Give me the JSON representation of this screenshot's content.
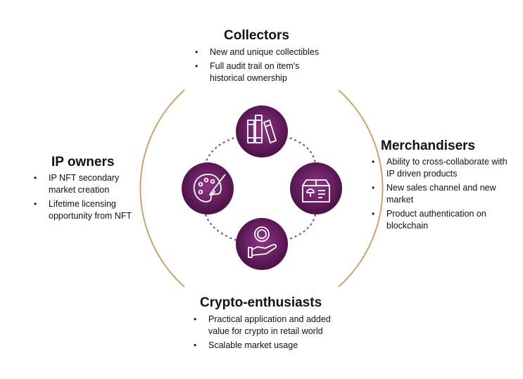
{
  "colors": {
    "arc": "#c8a46e",
    "dots": "#8a3a83",
    "circle_center": "#8e3684",
    "circle_edge": "#4c1046",
    "icon": "#ffffff"
  },
  "icons": [
    "books-icon",
    "palette-icon",
    "package-icon",
    "coin-in-hand-icon"
  ],
  "collectors": {
    "title": "Collectors",
    "items": [
      "New and unique collectibles",
      "Full audit trail on item's historical ownership"
    ]
  },
  "ip_owners": {
    "title": "IP owners",
    "items": [
      "IP NFT secondary market creation",
      "Lifetime licensing opportunity from NFT"
    ]
  },
  "merchandisers": {
    "title": "Merchandisers",
    "items": [
      "Ability to cross-collaborate with IP driven products",
      "New sales channel and new market",
      "Product authentication on blockchain"
    ]
  },
  "crypto": {
    "title": "Crypto-enthusiasts",
    "items": [
      "Practical application and added value for crypto in retail world",
      "Scalable market usage"
    ]
  }
}
